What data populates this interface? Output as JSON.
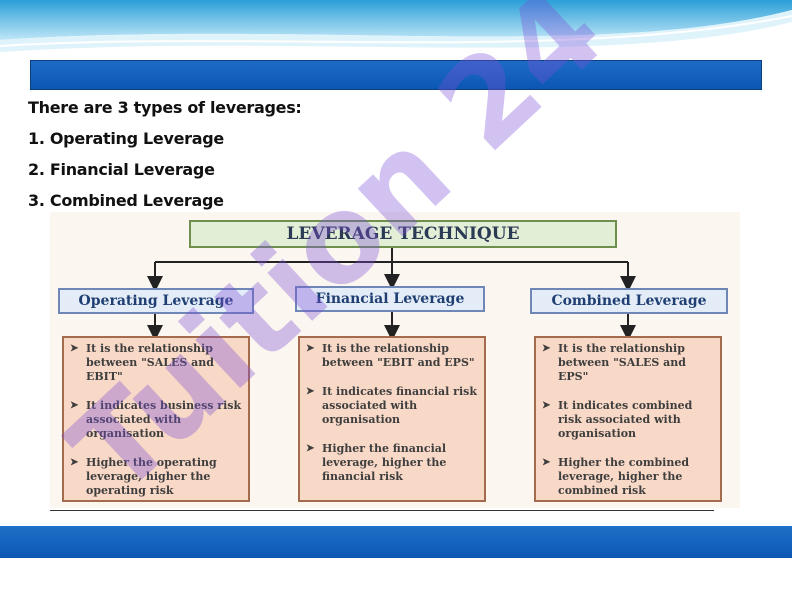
{
  "intro": {
    "heading": "There are 3 types of leverages:",
    "items": [
      "1. Operating Leverage",
      "2. Financial Leverage",
      "3. Combined Leverage"
    ]
  },
  "diagram": {
    "root": "LEVERAGE TECHNIQUE",
    "branches": [
      {
        "title": "Operating Leverage",
        "points": [
          "It is the relationship between \"SALES and EBIT\"",
          "It indicates business risk associated with organisation",
          "Higher the operating leverage, higher the operating risk"
        ]
      },
      {
        "title": "Financial Leverage",
        "points": [
          "It is the relationship between \"EBIT and EPS\"",
          "It indicates financial risk associated with organisation",
          "Higher the financial leverage, higher the financial risk"
        ]
      },
      {
        "title": "Combined Leverage",
        "points": [
          "It is the relationship between \"SALES and EPS\"",
          "It indicates combined risk associated with organisation",
          "Higher the combined leverage, higher the combined risk"
        ]
      }
    ]
  },
  "watermark": {
    "text": "Tuition 24"
  },
  "colors": {
    "bar_blue": "#0b57b3",
    "root_fill": "#e3eed6",
    "branch_fill": "#e4ecf8",
    "desc_fill": "#f8d8c6",
    "watermark": "#7b4fd6"
  }
}
